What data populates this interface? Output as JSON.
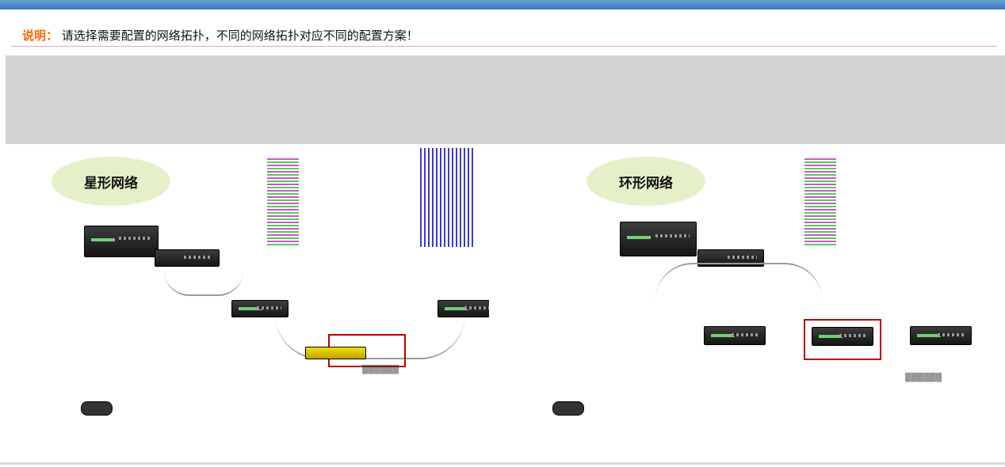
{
  "note": {
    "label": "说明：",
    "text": "请选择需要配置的网络拓扑，不同的网络拓扑对应不同的配置方案！"
  },
  "topologies": [
    {
      "id": "star",
      "title": "星形网络"
    },
    {
      "id": "ring",
      "title": "环形网络"
    }
  ],
  "colors": {
    "note_label": "#ff6600",
    "top_bar": "#3a78c2",
    "highlight": "#c00000",
    "oval": "#e5f0c8"
  }
}
